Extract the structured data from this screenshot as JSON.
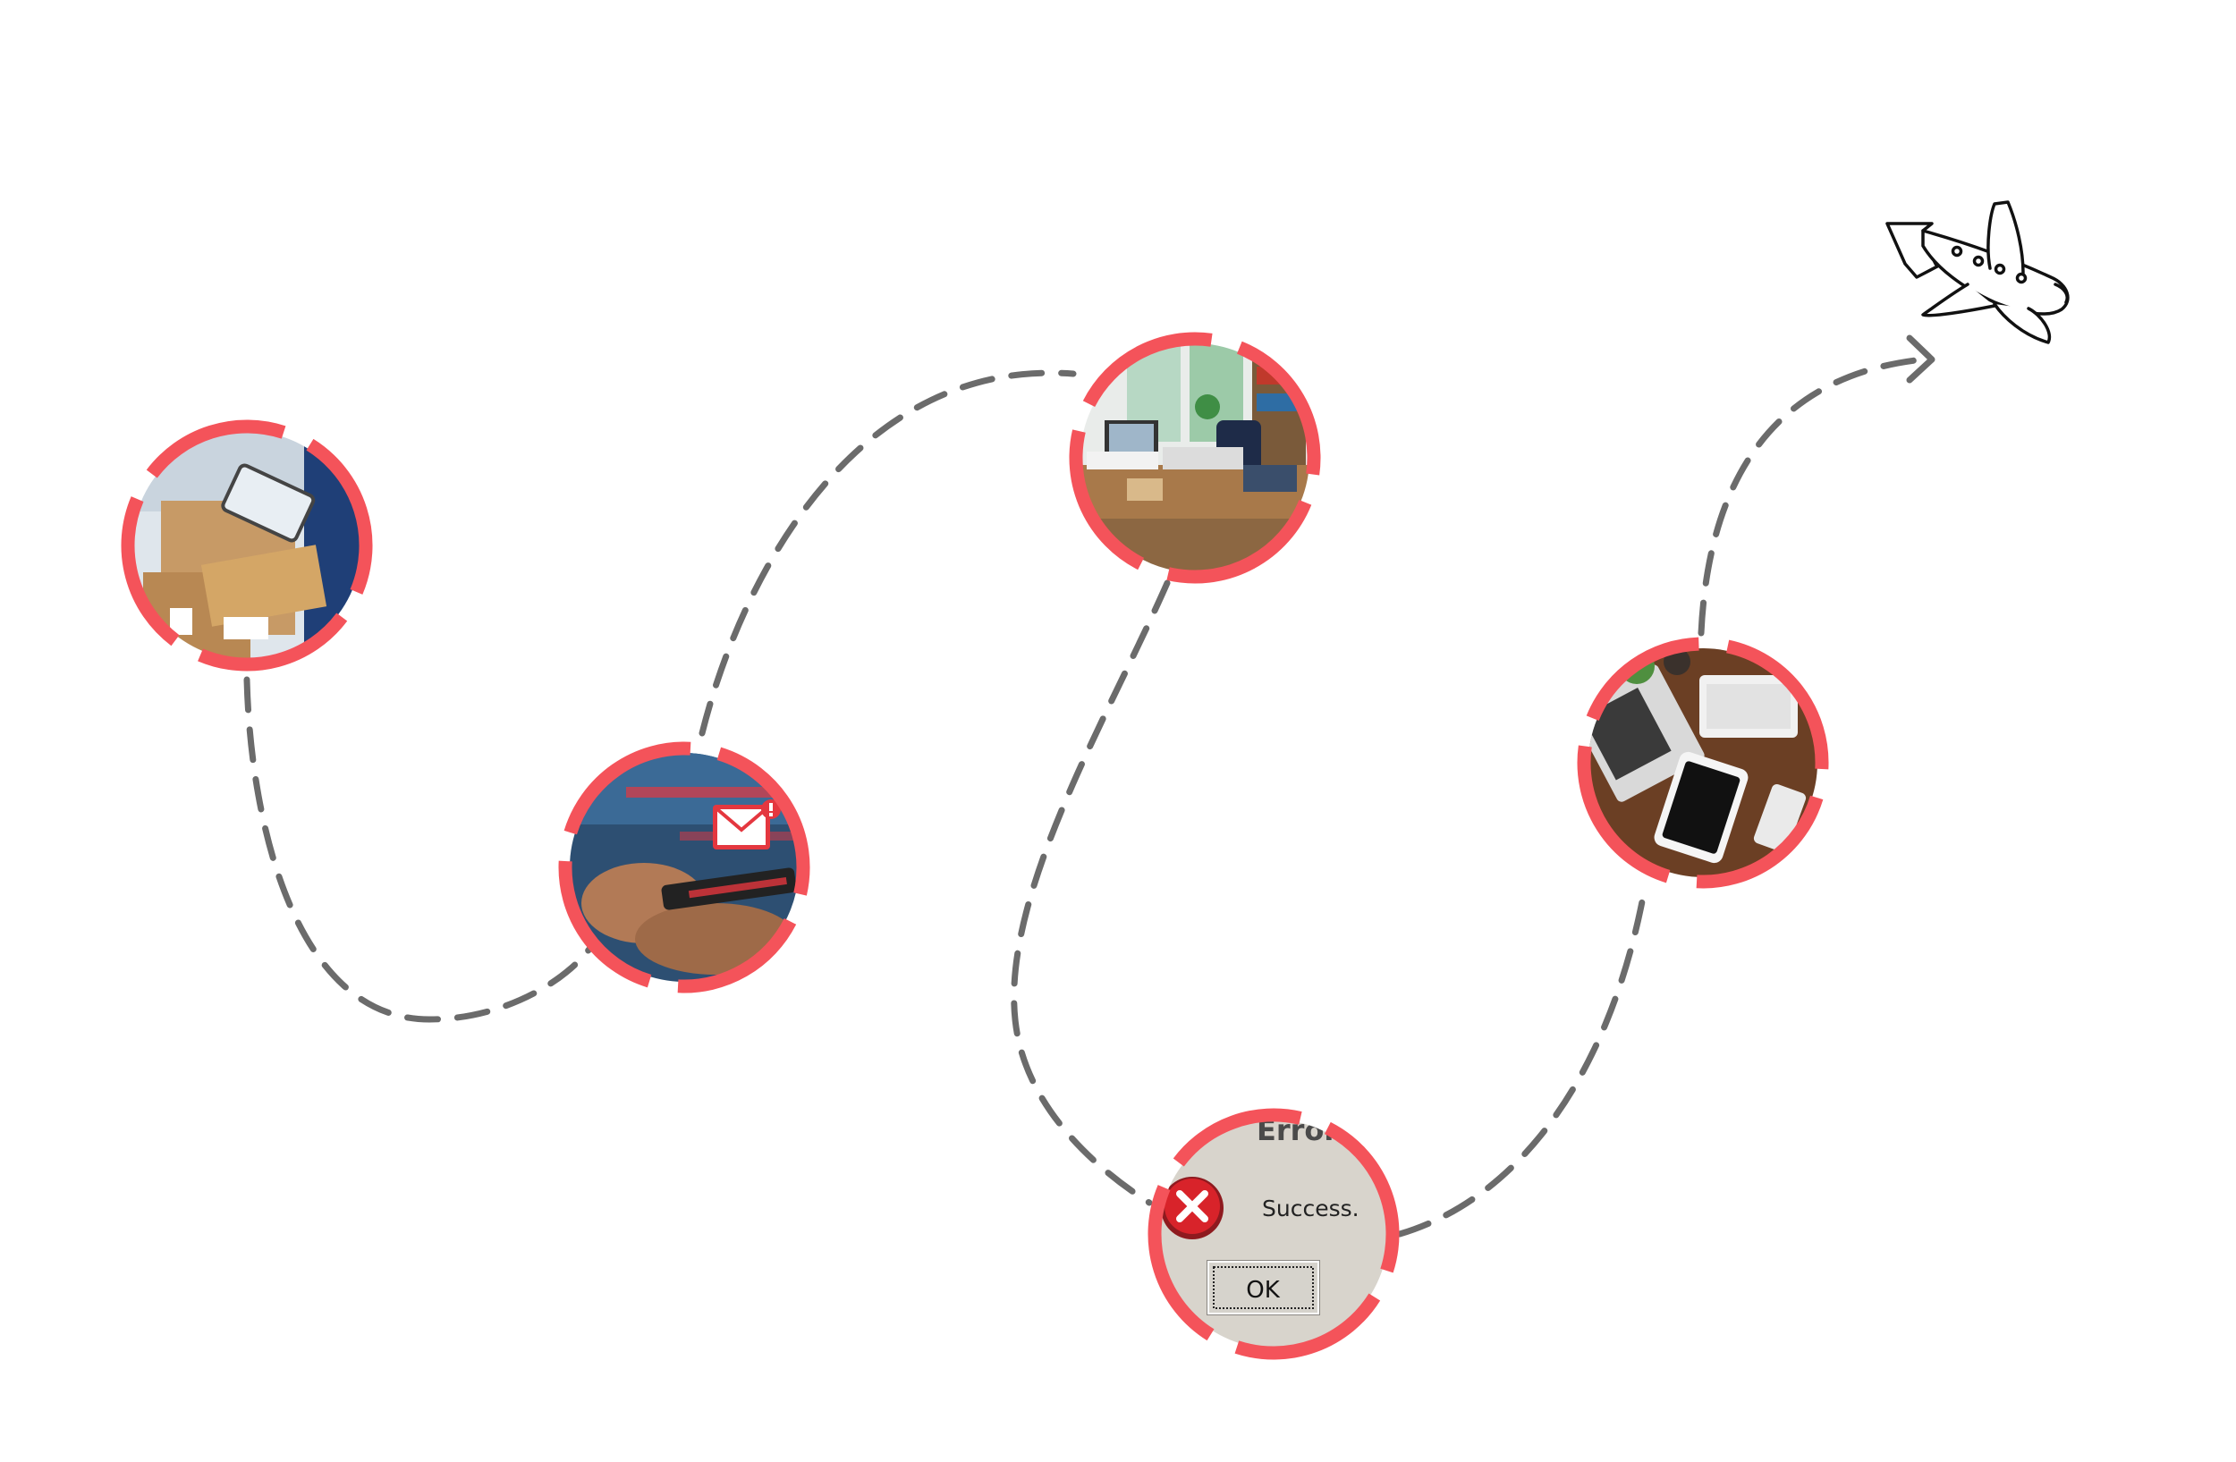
{
  "colors": {
    "ring": "#f4535a",
    "path": "#6b6b6b",
    "plane_stroke": "#111111",
    "background": "#ffffff",
    "dialog_bg": "#d8d4cc",
    "error_red": "#d8232a"
  },
  "nodes": [
    {
      "id": "packages",
      "scene": "person scanning parcel boxes with a tablet"
    },
    {
      "id": "email-alert",
      "scene": "hands holding phone with red email notification"
    },
    {
      "id": "messy-office",
      "scene": "cluttered office desk with computer and papers"
    },
    {
      "id": "error-dialog",
      "scene": "error dialog box"
    },
    {
      "id": "desk-devices",
      "scene": "top view of desk with laptop, keyboard and tablet"
    }
  ],
  "error_dialog": {
    "title": "Error",
    "message": "Success.",
    "button_label": "OK",
    "icon": "error-x-icon"
  },
  "end_icon": "airplane-icon",
  "arrow_icon": "arrowhead-icon"
}
